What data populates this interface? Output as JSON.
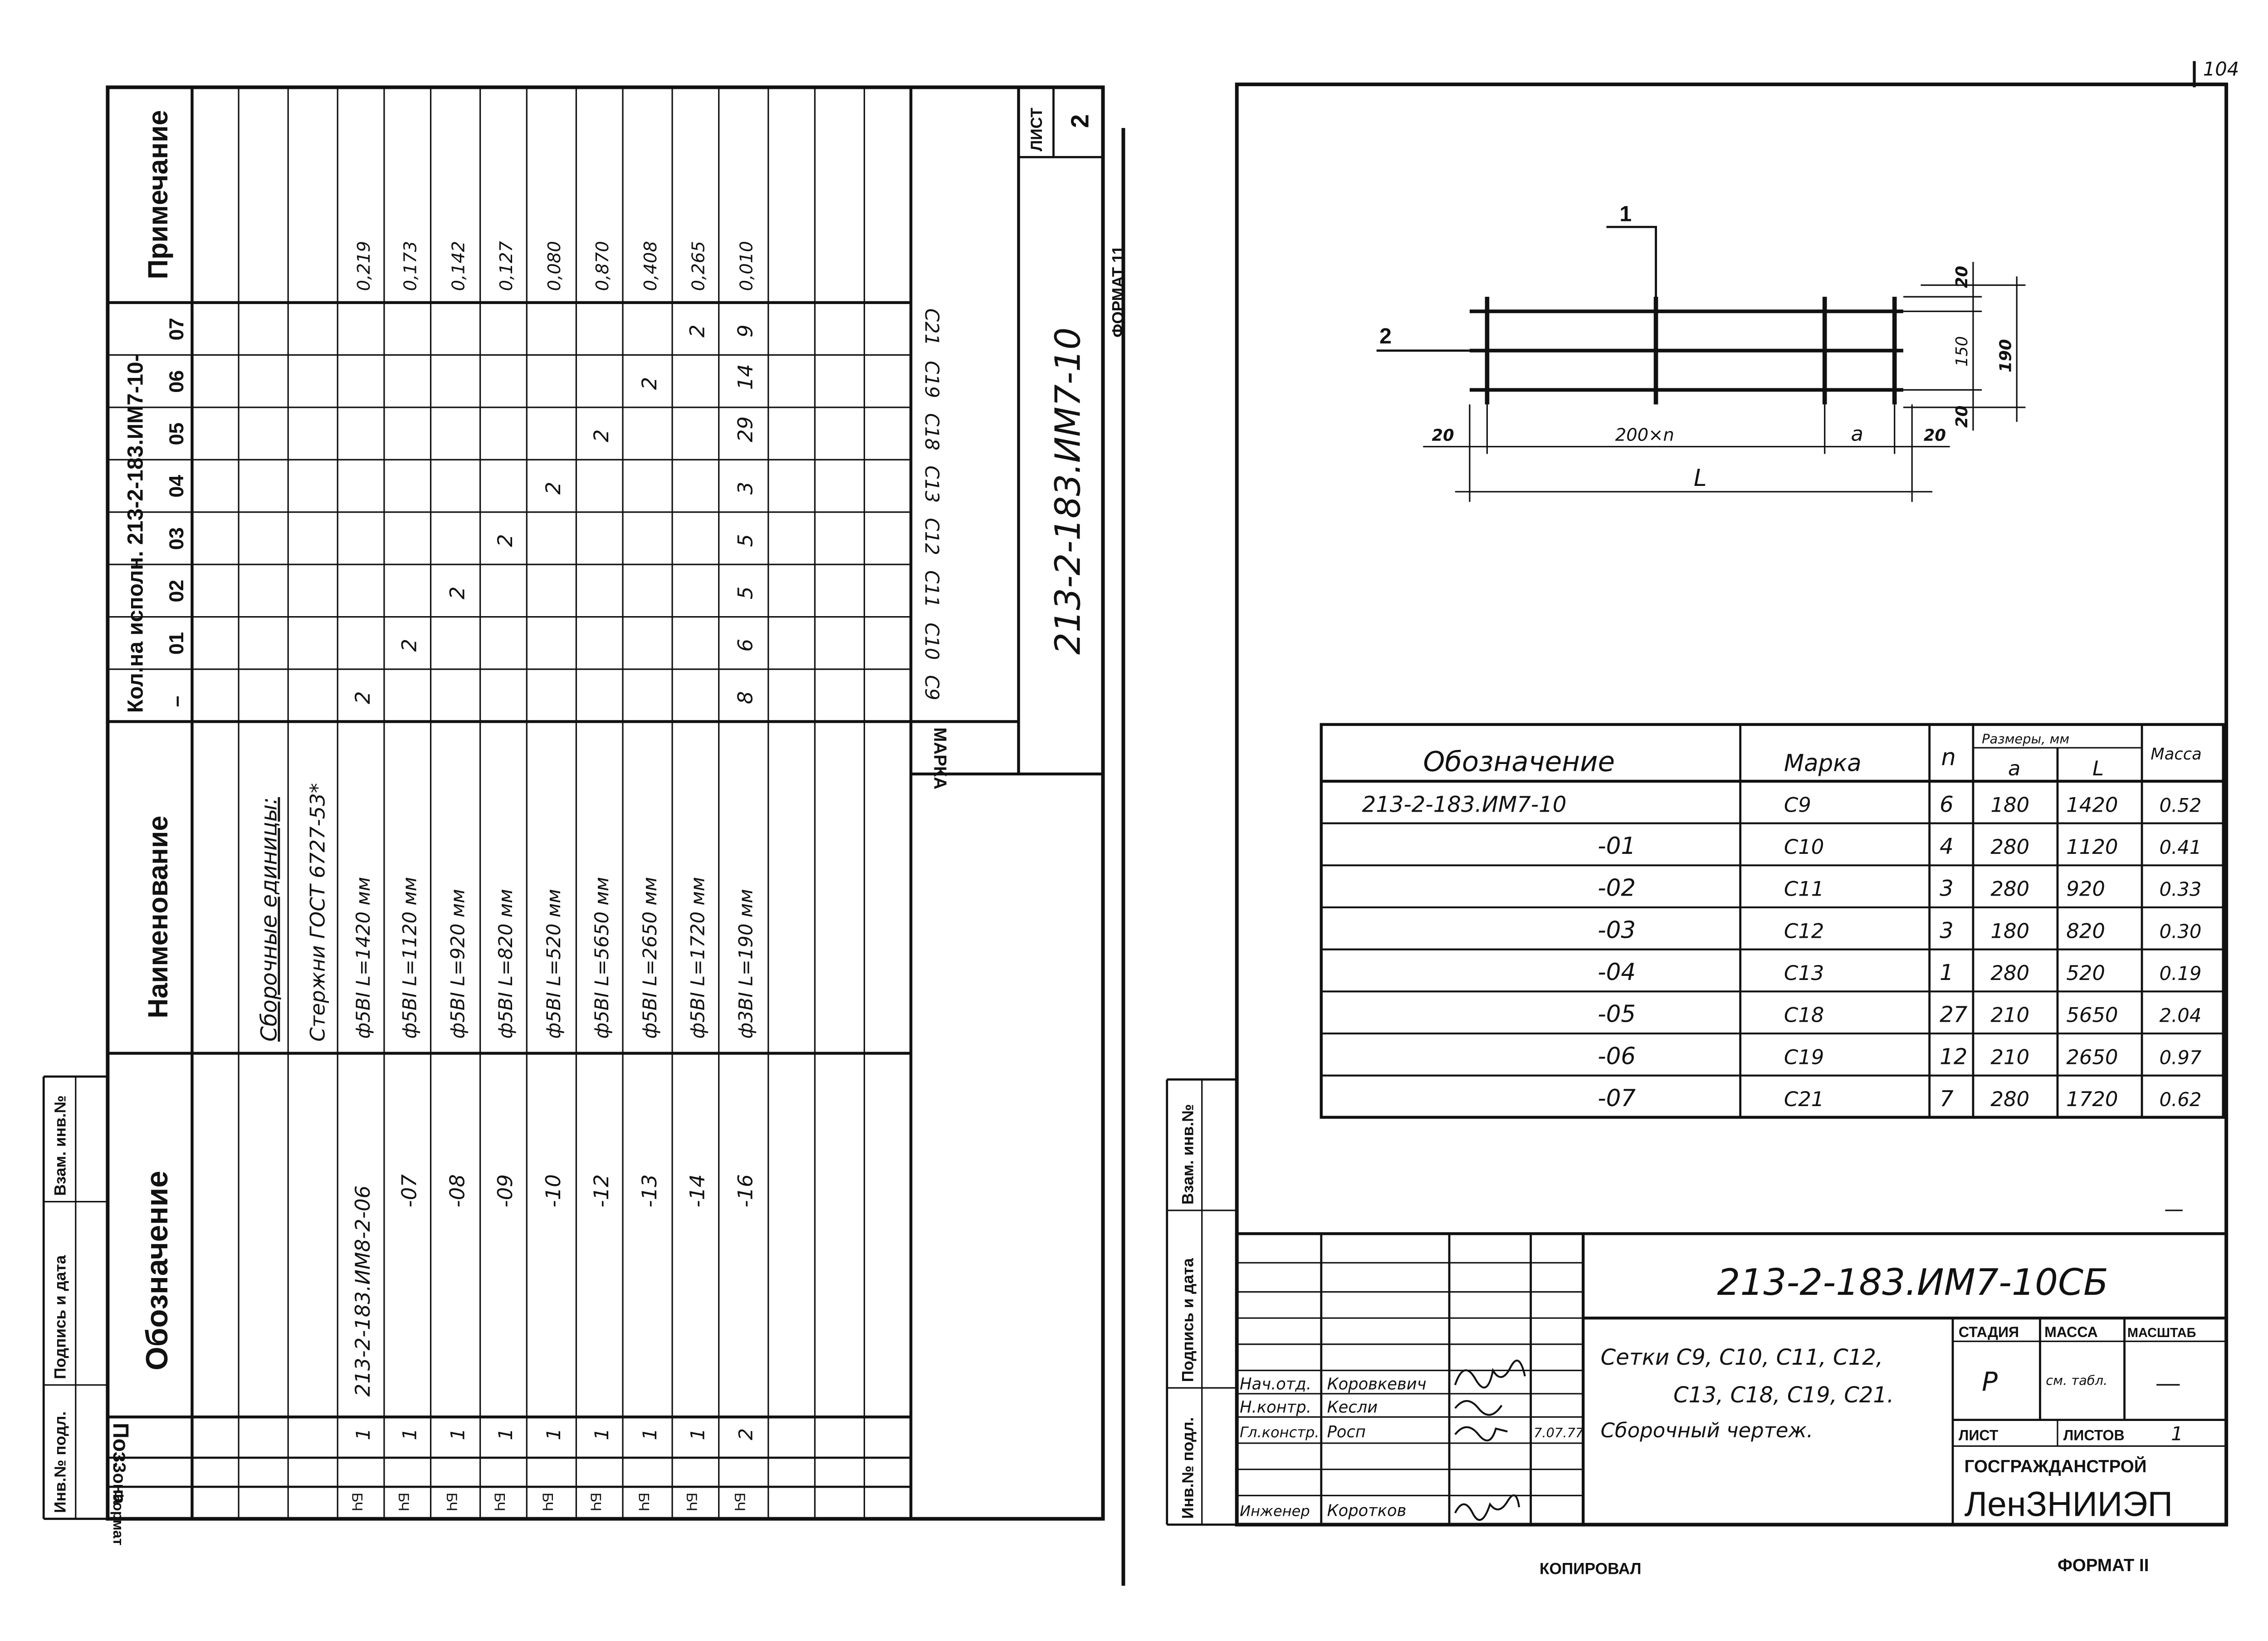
{
  "page_number": "104",
  "left_sheet": {
    "sheet_label": "ЛИСТ",
    "sheet_number": "2",
    "code": "213-2-183.ИМ7-10",
    "format_label": "ФОРМАТ 11",
    "headers": {
      "format": "Формат",
      "zone": "Зона",
      "pos": "Поз.",
      "designation": "Обозначение",
      "name": "Наименование",
      "qty_group": "Кол.на исполн. 213-2-183.ИМ7-10-",
      "note": "Примечание",
      "marka": "МАРКА"
    },
    "qty_columns": [
      "–",
      "01",
      "02",
      "03",
      "04",
      "05",
      "06",
      "07"
    ],
    "marks": [
      "С9",
      "С10",
      "С11",
      "С12",
      "С13",
      "С18",
      "С19",
      "С21"
    ],
    "section_title": "Сборочные единицы:",
    "subsection_title": "Стержни ГОСТ 6727-53*",
    "rows": [
      {
        "format": "БЧ",
        "pos": "1",
        "designation": "213-2-183.ИМ8-2-06",
        "name": "ф5ВI  L=1420 мм",
        "qty": [
          "2",
          "",
          "",
          "",
          "",
          "",
          "",
          ""
        ],
        "note": "0,219"
      },
      {
        "format": "БЧ",
        "pos": "1",
        "designation": "-07",
        "name": "ф5ВI  L=1120 мм",
        "qty": [
          "",
          "2",
          "",
          "",
          "",
          "",
          "",
          ""
        ],
        "note": "0,173"
      },
      {
        "format": "БЧ",
        "pos": "1",
        "designation": "-08",
        "name": "ф5ВI  L=920 мм",
        "qty": [
          "",
          "",
          "2",
          "",
          "",
          "",
          "",
          ""
        ],
        "note": "0,142"
      },
      {
        "format": "БЧ",
        "pos": "1",
        "designation": "-09",
        "name": "ф5ВI  L=820 мм",
        "qty": [
          "",
          "",
          "",
          "2",
          "",
          "",
          "",
          ""
        ],
        "note": "0,127"
      },
      {
        "format": "БЧ",
        "pos": "1",
        "designation": "-10",
        "name": "ф5ВI  L=520 мм",
        "qty": [
          "",
          "",
          "",
          "",
          "2",
          "",
          "",
          ""
        ],
        "note": "0,080"
      },
      {
        "format": "БЧ",
        "pos": "1",
        "designation": "-12",
        "name": "ф5ВI  L=5650 мм",
        "qty": [
          "",
          "",
          "",
          "",
          "",
          "2",
          "",
          ""
        ],
        "note": "0,870"
      },
      {
        "format": "БЧ",
        "pos": "1",
        "designation": "-13",
        "name": "ф5ВI  L=2650 мм",
        "qty": [
          "",
          "",
          "",
          "",
          "",
          "",
          "2",
          ""
        ],
        "note": "0,408"
      },
      {
        "format": "БЧ",
        "pos": "1",
        "designation": "-14",
        "name": "ф5ВI  L=1720 мм",
        "qty": [
          "",
          "",
          "",
          "",
          "",
          "",
          "",
          "2"
        ],
        "note": "0,265"
      },
      {
        "format": "БЧ",
        "pos": "2",
        "designation": "-16",
        "name": "ф3ВI  L=190 мм",
        "qty": [
          "8",
          "6",
          "5",
          "5",
          "3",
          "29",
          "14",
          "9"
        ],
        "note": "0,010"
      }
    ],
    "margin_labels": [
      "Инв.№ подл.",
      "Подпись и дата",
      "Взам. инв.№"
    ]
  },
  "right_sheet": {
    "drawing": {
      "leader_1": "1",
      "leader_2": "2",
      "dim_20_left": "20",
      "dim_200n": "200×n",
      "dim_a": "a",
      "dim_20_right": "20",
      "dim_L": "L",
      "dim_20_top": "20",
      "dim_150": "150",
      "dim_190": "190",
      "dim_20_bottom": "20"
    },
    "table": {
      "headers": {
        "designation": "Обозначение",
        "marka": "Марка",
        "n": "n",
        "sizes": "Размеры, мм",
        "a": "a",
        "L": "L",
        "mass": "Масса"
      },
      "rows": [
        {
          "designation": "213-2-183.ИМ7-10",
          "marka": "С9",
          "n": "6",
          "a": "180",
          "L": "1420",
          "mass": "0.52"
        },
        {
          "designation": "-01",
          "marka": "С10",
          "n": "4",
          "a": "280",
          "L": "1120",
          "mass": "0.41"
        },
        {
          "designation": "-02",
          "marka": "С11",
          "n": "3",
          "a": "280",
          "L": "920",
          "mass": "0.33"
        },
        {
          "designation": "-03",
          "marka": "С12",
          "n": "3",
          "a": "180",
          "L": "820",
          "mass": "0.30"
        },
        {
          "designation": "-04",
          "marka": "С13",
          "n": "1",
          "a": "280",
          "L": "520",
          "mass": "0.19"
        },
        {
          "designation": "-05",
          "marka": "С18",
          "n": "27",
          "a": "210",
          "L": "5650",
          "mass": "2.04"
        },
        {
          "designation": "-06",
          "marka": "С19",
          "n": "12",
          "a": "210",
          "L": "2650",
          "mass": "0.97"
        },
        {
          "designation": "-07",
          "marka": "С21",
          "n": "7",
          "a": "280",
          "L": "1720",
          "mass": "0.62"
        }
      ]
    },
    "title_block": {
      "code": "213-2-183.ИМ7-10СБ",
      "title_lines": [
        "Сетки  С9, С10, С11, С12,",
        "С13, С18, С19, С21.",
        "Сборочный   чертеж."
      ],
      "stage_label": "СТАДИЯ",
      "mass_label": "МАССА",
      "scale_label": "МАСШТАБ",
      "stage": "Р",
      "mass": "см. табл.",
      "scale": "—",
      "sheet_label": "ЛИСТ",
      "sheets_label": "ЛИСТОВ",
      "sheets": "1",
      "org": "ГОСГРАЖДАНСТРОЙ",
      "org_sub": "ЛенЗНИИЭП",
      "signatures": [
        {
          "role": "Нач.отд.",
          "name": "Коровкевич"
        },
        {
          "role": "Н.контр.",
          "name": "Кесли"
        },
        {
          "role": "Гл.констр.",
          "name": "Росп"
        },
        {
          "role": "Инженер",
          "name": "Коротков"
        }
      ],
      "date_mark": "7.07.77"
    },
    "margin_labels": [
      "Инв.№ подл.",
      "Подпись и дата",
      "Взам. инв.№"
    ]
  },
  "footer": {
    "copied": "КОПИРОВАЛ",
    "format": "ФОРМАТ II"
  }
}
